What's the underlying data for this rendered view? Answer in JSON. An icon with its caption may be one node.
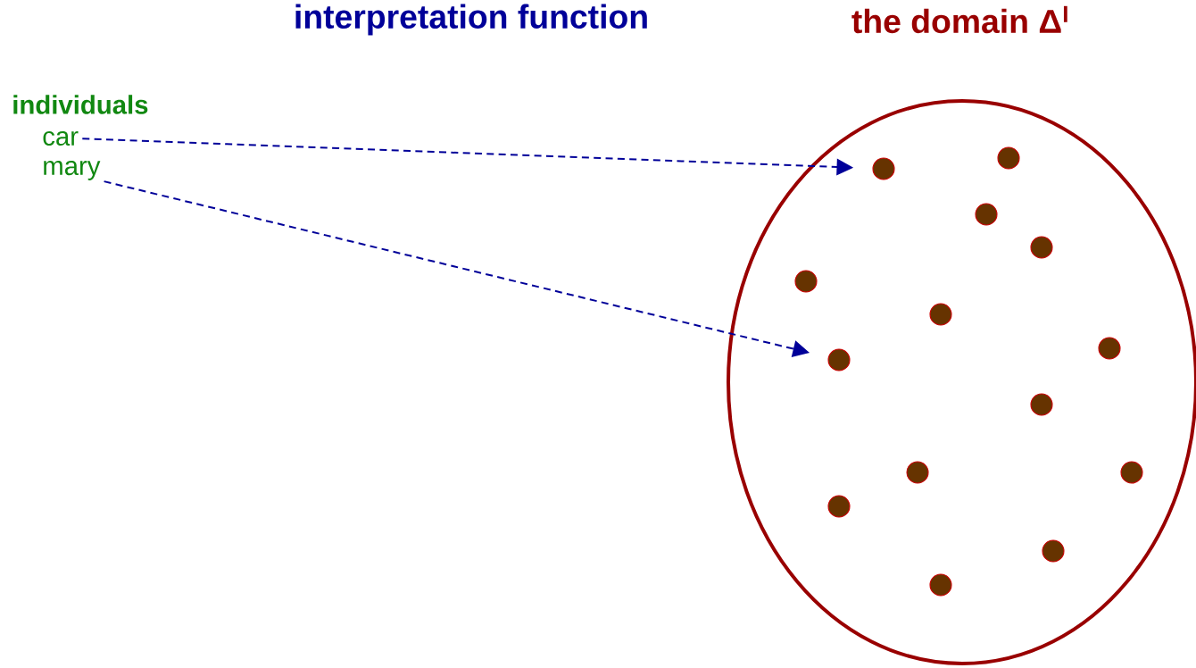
{
  "diagram": {
    "title": "interpretation function",
    "nodes": [
      {
        "text": [
          "the domain Δ$^{I}$"
        ]
      },
      {
        "text": [
          "car"
        ]
      },
      {
        "text": [
          "mary"
        ]
      },
      {
        "text": [],
        "shape": "circle",
        "in": 0
      },
      {
        "text": [],
        "shape": "circle",
        "in": 0
      },
      {
        "text": [],
        "shape": "circle",
        "in": 0
      },
      {
        "text": [],
        "shape": "circle",
        "in": 0
      },
      {
        "text": [],
        "shape": "circle",
        "in": 0
      },
      {
        "text": [],
        "shape": "circle",
        "in": 0
      },
      {
        "text": [],
        "shape": "circle",
        "in": 0
      },
      {
        "text": [],
        "shape": "circle",
        "in": 0
      },
      {
        "text": [],
        "shape": "circle",
        "in": 0
      },
      {
        "text": [],
        "shape": "circle",
        "in": 0
      },
      {
        "text": [],
        "shape": "circle",
        "in": 0
      },
      {
        "text": [],
        "shape": "circle",
        "in": 0
      },
      {
        "text": [],
        "shape": "circle",
        "in": 0
      },
      {
        "text": [],
        "shape": "circle",
        "in": 0
      }
    ],
    "edges": [
      {
        "from": 1,
        "to": 6,
        "arrow": "to",
        "style": "dashed"
      },
      {
        "from": 2,
        "to": 4,
        "arrow": "to",
        "style": "dashed"
      }
    ],
    "labels": [
      "individuals"
    ]
  }
}
